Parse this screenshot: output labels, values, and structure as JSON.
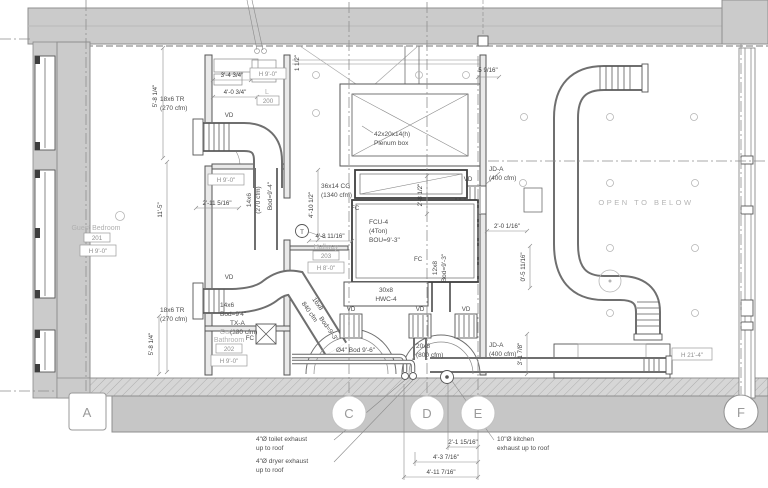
{
  "grid": {
    "columns": [
      "A",
      "C",
      "D",
      "E",
      "F"
    ]
  },
  "rooms": {
    "bedroom": {
      "name": "Guest Bedroom",
      "num": "201"
    },
    "bathroom": {
      "name1": "Guest",
      "name2": "Bathroom",
      "num": "202"
    },
    "hallway": {
      "name": "Hallway",
      "num": "203"
    },
    "closet": {
      "letter": "L",
      "num": "200"
    },
    "open_below": "OPEN TO BELOW",
    "tags": {
      "top": "H 9'-0\"",
      "mid": "H 9'-0\"",
      "bedroom": "H 9'-0\"",
      "bathroom": "H 9'-0\"",
      "hallway": "H 8'-0\"",
      "right": "H 21'-4\""
    }
  },
  "symbols": {
    "vd": "VD",
    "fc": "FC",
    "t": "T"
  },
  "equipment": {
    "plenum": {
      "line1": "42x20x14(h)",
      "line2": "Plenum box"
    },
    "cg": {
      "line1": "36x14 CG",
      "line2": "(1340 cfm)"
    },
    "fcu": {
      "line1": "FCU-4",
      "line2": "(4Ton)",
      "line3": "BOU=9'-3\""
    },
    "hwc": {
      "line1": "30x8",
      "line2": "HWC-4"
    },
    "tr": {
      "line1": "18x6 TR",
      "line2": "(270 cfm)"
    },
    "jd": {
      "line1": "JD-A",
      "line2": "(400 cfm)"
    },
    "d20": {
      "line1": "20x8",
      "line2": "(800 cfm)"
    },
    "d14": {
      "line1": "14x6",
      "line2": "Bod=9'4\""
    },
    "tx": {
      "line1": "TX-A",
      "line2": "(180 cfm)"
    },
    "r14": {
      "line1": "14x6",
      "line2": "(270 cfm)"
    },
    "bod94": "Bod=9'-4\"",
    "d16": {
      "line1": "16x8",
      "line2": "840 cfm"
    },
    "bod93": "Bod=9'-3\"",
    "d12": {
      "line1": "12x8",
      "line2": "Bod=9'-3\""
    },
    "pipe4": "Ø4\" Bod 9'-6\""
  },
  "callouts": {
    "toilet": {
      "line1": "4\"Ø toilet exhaust",
      "line2": "up to roof"
    },
    "dryer": {
      "line1": "4\"Ø dryer exhaust",
      "line2": "up to roof"
    },
    "kitchen": {
      "line1": "10\"Ø kitchen",
      "line2": "exhaust up to roof"
    }
  },
  "dimensions": {
    "win_upper": "5'-8 1/4\"",
    "win_lower": "5'-8 1/4\"",
    "room_h": "11'-5\"",
    "closet_a": "3'-4 3/4\"",
    "closet_b": "4'-0 3/4\"",
    "hall_w": "2'-11 5/16\"",
    "riser_h": "4'-10 1/2\"",
    "fcu_w": "4'-8 11/16\"",
    "cg_h": "2'-8 1/2\"",
    "jd_off": "2'-0 1/16\"",
    "wall_off": "5 9/16\"",
    "open_off": "0'-5 11/16\"",
    "kit_off": "2'-1 15/16\"",
    "dryer_off": "4'-3 7/16\"",
    "toilet_off": "4'-11 7/16\"",
    "right_h": "3'-1 7/8\"",
    "small_top": "1 1/2\""
  },
  "colors": {
    "wall_fill": "#cbcbcb",
    "line": "#5a5a5a",
    "faint": "#b0b0b0"
  }
}
